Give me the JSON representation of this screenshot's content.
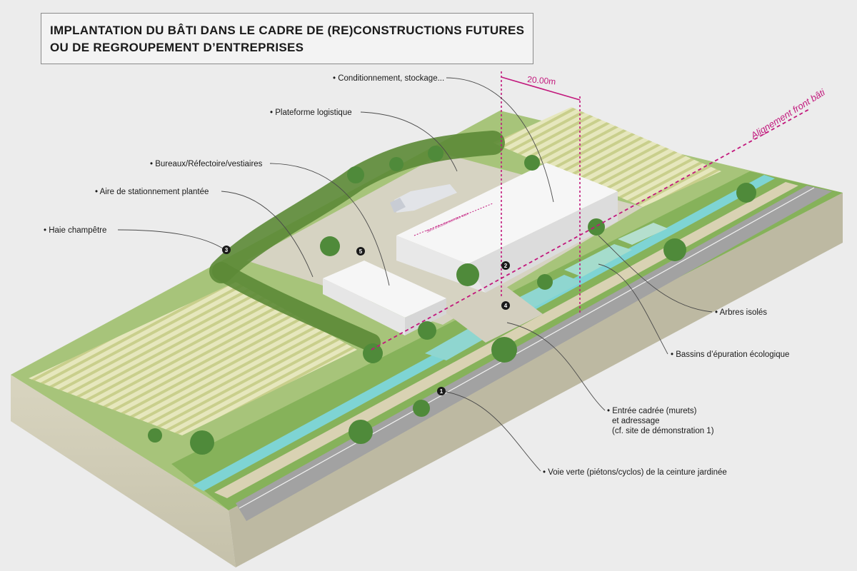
{
  "title": {
    "line1": "IMPLANTATION DU BÂTI DANS LE CADRE DE (RE)CONSTRUCTIONS FUTURES",
    "line2": "OU DE REGROUPEMENT D’ENTREPRISES"
  },
  "annotations": {
    "conditionnement": "• Conditionnement, stockage...",
    "plateforme": "• Plateforme logistique",
    "bureaux": "• Bureaux/Réfectoire/vestiaires",
    "stationnement": "• Aire de stationnement plantée",
    "haie": "• Haie champêtre",
    "arbres": "• Arbres isolés",
    "bassins": "• Bassins d’épuration écologique",
    "entree_1": "• Entrée cadrée (murets)",
    "entree_2": "et adressage",
    "entree_3": "(cf. site de démonstration 1)",
    "voie": "• Voie verte (piétons/cyclos) de la ceinture jardinée"
  },
  "dimension": {
    "width_label": "20.00m",
    "alignment_label": "Alignement front bâti",
    "building_text": "Sens d'écoulement des eaux"
  },
  "markers": [
    "1",
    "2",
    "3",
    "4",
    "5"
  ],
  "colors": {
    "accent": "#c2187c",
    "annotation_line": "#4a4a4a",
    "water": "#7ed4d4",
    "road": "#9a9a9a",
    "grass": "#a9c97a",
    "field": "#d8dcaa",
    "hedge": "#5e8a3a",
    "building": "#f4f4f4",
    "soil": "#cfccba"
  }
}
